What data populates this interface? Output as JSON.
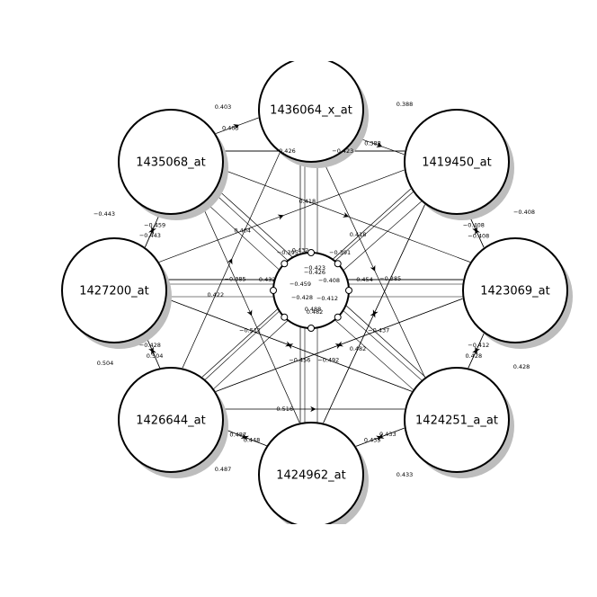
{
  "nodes": [
    {
      "id": "n1",
      "label": "1436064_x_at"
    },
    {
      "id": "n2",
      "label": "1419450_at"
    },
    {
      "id": "n3",
      "label": "1423069_at"
    },
    {
      "id": "n4",
      "label": "1424251_a_at"
    },
    {
      "id": "n5",
      "label": "1424962_at"
    },
    {
      "id": "n6",
      "label": "1426644_at"
    },
    {
      "id": "n7",
      "label": "1427200_at"
    },
    {
      "id": "n8",
      "label": "1435068_at"
    }
  ],
  "loops": [
    {
      "from": "n1",
      "to": "n8",
      "weight": "0.403"
    },
    {
      "from": "n2",
      "to": "n1",
      "weight": "0.388"
    },
    {
      "from": "n3",
      "to": "n2",
      "weight": "−0.408"
    },
    {
      "from": "n4",
      "to": "n3",
      "weight": "0.428"
    },
    {
      "from": "n5",
      "to": "n4",
      "weight": "0.433"
    },
    {
      "from": "n6",
      "to": "n5",
      "weight": "0.487"
    },
    {
      "from": "n7",
      "to": "n6",
      "weight": "0.504"
    },
    {
      "from": "n8",
      "to": "n7",
      "weight": "−0.443"
    }
  ],
  "edges": [
    {
      "from": "n8",
      "to": "n1",
      "weight": "0.403"
    },
    {
      "from": "n1",
      "to": "n2",
      "weight": "0.388"
    },
    {
      "from": "n8",
      "to": "n2",
      "weight": "−0.426"
    },
    {
      "from": "n2",
      "to": "n8",
      "weight": "−0.423"
    },
    {
      "from": "n1",
      "to": "n5",
      "weight": "0.432"
    },
    {
      "from": "n2",
      "to": "n6",
      "weight": "−0.391"
    },
    {
      "from": "n8",
      "to": "n4",
      "weight": "−0.395"
    },
    {
      "from": "n2",
      "to": "n3",
      "weight": "−0.408"
    },
    {
      "from": "n3",
      "to": "n2",
      "weight": "−0.408"
    },
    {
      "from": "n7",
      "to": "n3",
      "weight": "0.432"
    },
    {
      "from": "n3",
      "to": "n7",
      "weight": "−0.454"
    },
    {
      "from": "n7",
      "to": "n8",
      "weight": "−0.443"
    },
    {
      "from": "n8",
      "to": "n7",
      "weight": "−0.459"
    },
    {
      "from": "n7",
      "to": "n4",
      "weight": "−0.511"
    },
    {
      "from": "n8",
      "to": "n5",
      "weight": "−0.385"
    },
    {
      "from": "n2",
      "to": "n5",
      "weight": "−0.385"
    },
    {
      "from": "n3",
      "to": "n6",
      "weight": "−0.437"
    },
    {
      "from": "n3",
      "to": "n4",
      "weight": "−0.412"
    },
    {
      "from": "n4",
      "to": "n3",
      "weight": "0.428"
    },
    {
      "from": "n7",
      "to": "n6",
      "weight": "−0.428"
    },
    {
      "from": "n6",
      "to": "n7",
      "weight": "0.504"
    },
    {
      "from": "n6",
      "to": "n3",
      "weight": "−0.456"
    },
    {
      "from": "n4",
      "to": "n7",
      "weight": "−0.492"
    },
    {
      "from": "n6",
      "to": "n1",
      "weight": "0.422"
    },
    {
      "from": "n1",
      "to": "n4",
      "weight": "0.418"
    },
    {
      "from": "n7",
      "to": "n2",
      "weight": "0.404"
    },
    {
      "from": "n8",
      "to": "n3",
      "weight": "0.418"
    },
    {
      "from": "n6",
      "to": "n4",
      "weight": "0.516"
    },
    {
      "from": "n5",
      "to": "n2",
      "weight": "0.482"
    },
    {
      "from": "n6",
      "to": "n5",
      "weight": "0.487"
    },
    {
      "from": "n5",
      "to": "n6",
      "weight": "0.448"
    },
    {
      "from": "n5",
      "to": "n4",
      "weight": "0.435"
    },
    {
      "from": "n4",
      "to": "n5",
      "weight": "0.433"
    }
  ],
  "center_labels": [
    "−0.423",
    "−0.426",
    "−0.408",
    "−0.459",
    "−0.412",
    "−0.428",
    "0.488",
    "0.482"
  ]
}
